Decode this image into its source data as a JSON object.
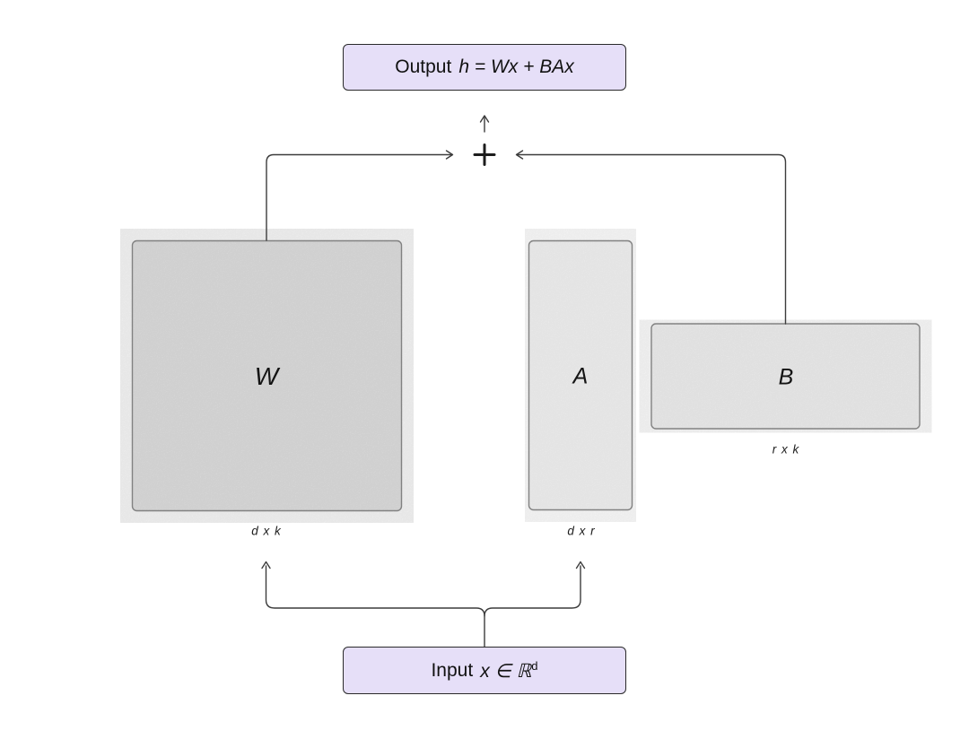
{
  "diagram": {
    "output_box": {
      "label": "Output",
      "formula": "h = Wx + BAx"
    },
    "plus_sign": "+",
    "matrices": {
      "W": {
        "label": "W",
        "dims": "d x k"
      },
      "A": {
        "label": "A",
        "dims": "d x r"
      },
      "B": {
        "label": "B",
        "dims": "r x k"
      }
    },
    "input_box": {
      "label": "Input",
      "math": "x ∈ ℝ",
      "superscript": "d"
    },
    "colors": {
      "accent_fill": "#e6dff8",
      "accent_border": "#2a2a2a",
      "w_fill": "#e3e3e3",
      "a_fill": "#f4f4f4",
      "b_fill": "#f2f2f2",
      "matrix_border": "#808080",
      "line": "#3c3c3c"
    }
  }
}
